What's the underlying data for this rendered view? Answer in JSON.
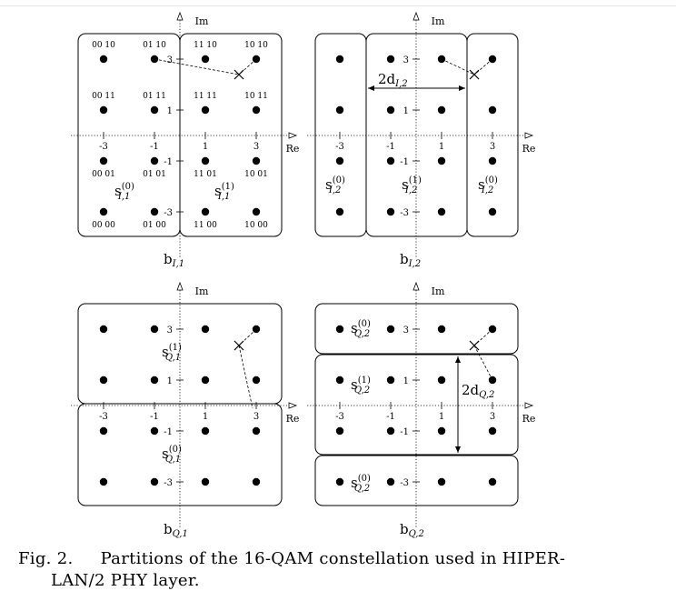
{
  "caption": {
    "label": "Fig. 2.",
    "text_line1": "Partitions of the 16-QAM constellation used in HIPER-",
    "text_line2": "LAN/2 PHY layer."
  },
  "axes": {
    "real_label": "Re",
    "imag_label": "Im"
  },
  "ticks": [
    "-3",
    "-1",
    "1",
    "3"
  ],
  "panels": [
    {
      "id": "bI1",
      "label_main": "b",
      "label_sub": "I,1",
      "bit_labels": [
        "00 10",
        "01 10",
        "11 10",
        "10 10",
        "00 11",
        "01 11",
        "11 11",
        "10 11",
        "00 01",
        "01 01",
        "11 01",
        "10 01",
        "00 00",
        "01 00",
        "11 00",
        "10 00"
      ],
      "subsets": [
        {
          "main": "s",
          "sup": "(0)",
          "sub": "I,1"
        },
        {
          "main": "s",
          "sup": "(1)",
          "sub": "I,1"
        }
      ]
    },
    {
      "id": "bI2",
      "label_main": "b",
      "label_sub": "I,2",
      "distance": {
        "main": "2d",
        "sub": "I,2"
      },
      "subsets": [
        {
          "main": "s",
          "sup": "(0)",
          "sub": "I,2"
        },
        {
          "main": "s",
          "sup": "(1)",
          "sub": "I,2"
        },
        {
          "main": "s",
          "sup": "(0)",
          "sub": "I,2"
        }
      ]
    },
    {
      "id": "bQ1",
      "label_main": "b",
      "label_sub": "Q,1",
      "subsets": [
        {
          "main": "s",
          "sup": "(1)",
          "sub": "Q,1"
        },
        {
          "main": "s",
          "sup": "(0)",
          "sub": "Q,1"
        }
      ]
    },
    {
      "id": "bQ2",
      "label_main": "b",
      "label_sub": "Q,2",
      "distance": {
        "main": "2d",
        "sub": "Q,2"
      },
      "subsets": [
        {
          "main": "s",
          "sup": "(0)",
          "sub": "Q,2"
        },
        {
          "main": "s",
          "sup": "(1)",
          "sub": "Q,2"
        },
        {
          "main": "s",
          "sup": "(0)",
          "sub": "Q,2"
        }
      ]
    }
  ]
}
